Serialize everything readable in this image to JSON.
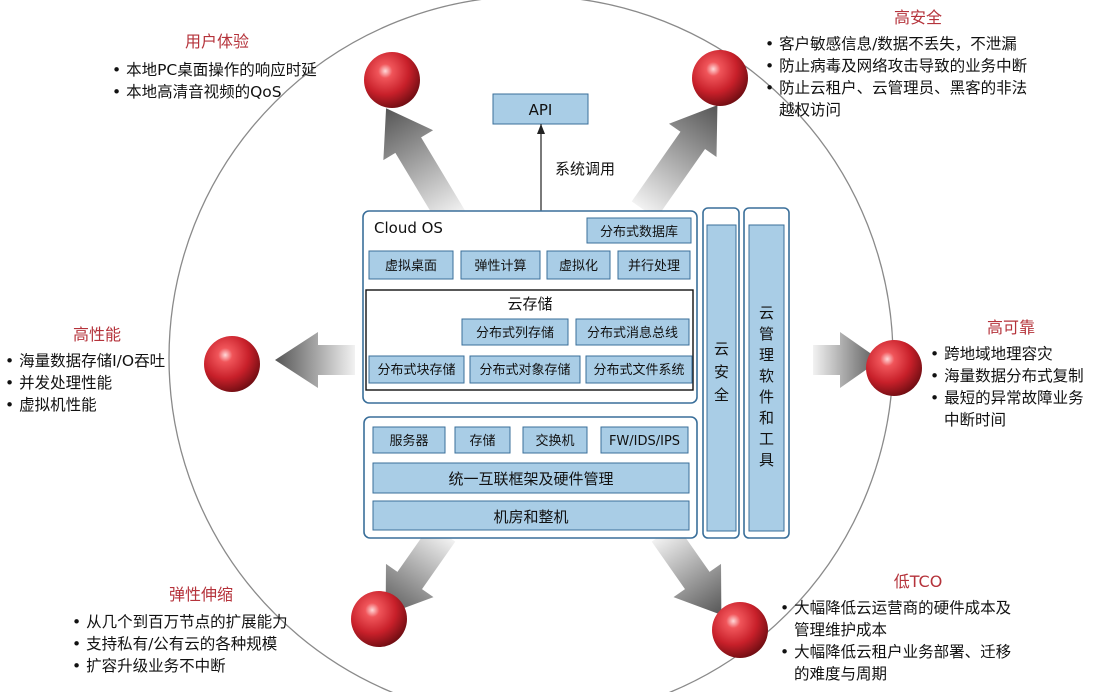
{
  "center": {
    "api": "API",
    "system_call": "系统调用",
    "cloud_os": {
      "title": "Cloud OS",
      "distributed_db": "分布式数据库",
      "row": [
        "虚拟桌面",
        "弹性计算",
        "虚拟化",
        "并行处理"
      ]
    },
    "cloud_storage": {
      "title": "云存储",
      "row1": [
        "分布式列存储",
        "分布式消息总线"
      ],
      "row2": [
        "分布式块存储",
        "分布式对象存储",
        "分布式文件系统"
      ]
    },
    "hardware": {
      "row": [
        "服务器",
        "存储",
        "交换机",
        "FW/IDS/IPS"
      ],
      "interconnect": "统一互联框架及硬件管理",
      "datacenter": "机房和整机"
    },
    "cloud_security": [
      "云",
      "安",
      "全"
    ],
    "mgmt_tools": [
      "云",
      "管",
      "理",
      "软",
      "件",
      "和",
      "工",
      "具"
    ]
  },
  "features": {
    "user_experience": {
      "title": "用户体验",
      "items": [
        "本地PC桌面操作的响应时延",
        "本地高清音视频的QoS"
      ]
    },
    "high_security": {
      "title": "高安全",
      "items": [
        [
          "客户敏感信息/数据不丢失，不泄漏"
        ],
        [
          "防止病毒及网络攻击导致的业务中断"
        ],
        [
          "防止云租户、云管理员、黑客的非法",
          "越权访问"
        ]
      ]
    },
    "high_performance": {
      "title": "高性能",
      "items": [
        "海量数据存储I/O吞吐",
        "并发处理性能",
        "虚拟机性能"
      ]
    },
    "high_reliability": {
      "title": "高可靠",
      "items": [
        [
          "跨地域地理容灾"
        ],
        [
          "海量数据分布式复制"
        ],
        [
          "最短的异常故障业务",
          "中断时间"
        ]
      ]
    },
    "elastic_scaling": {
      "title": "弹性伸缩",
      "items": [
        "从几个到百万节点的扩展能力",
        "支持私有/公有云的各种规模",
        "扩容升级业务不中断"
      ]
    },
    "low_tco": {
      "title": "低TCO",
      "items": [
        [
          "大幅降低云运营商的硬件成本及",
          "管理维护成本"
        ],
        [
          "大幅降低云租户业务部署、迁移",
          "的难度与周期"
        ]
      ]
    }
  },
  "colors": {
    "box_fill": "#a9cde6",
    "box_stroke": "#3a6f9a",
    "title_red": "#b5333b",
    "sphere": "#c8202a"
  }
}
